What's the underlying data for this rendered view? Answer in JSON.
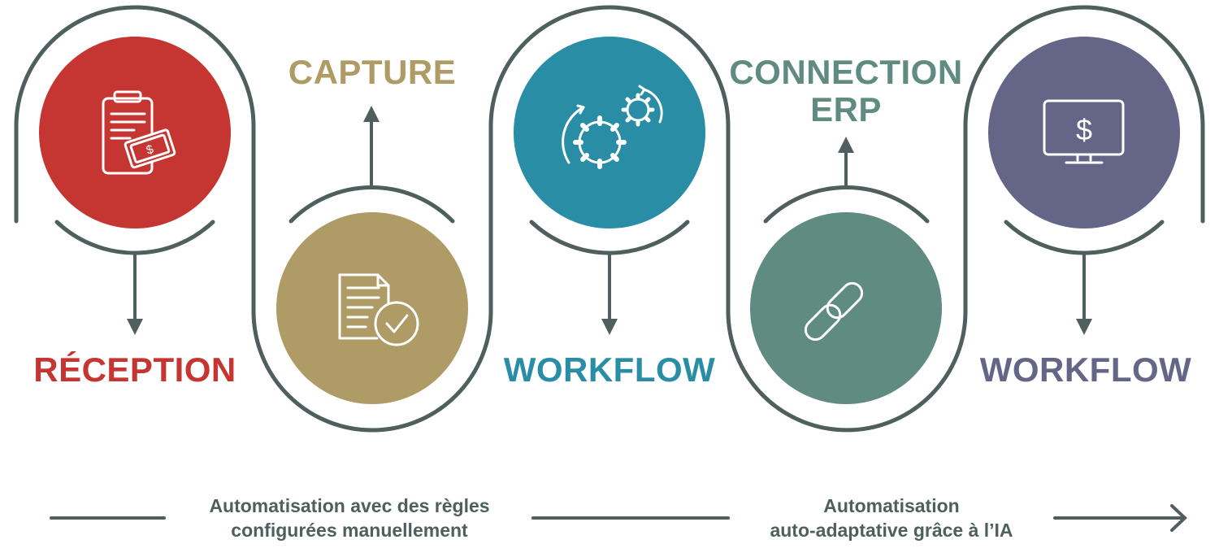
{
  "colors": {
    "line": "#4F5F5E",
    "reception": "#C53632",
    "capture": "#AF9B66",
    "workflow_1": "#2A8DA6",
    "connection": "#608B81",
    "workflow_2": "#656588",
    "icon_stroke": "#FFFFFF"
  },
  "steps": [
    {
      "id": "reception",
      "label": "RÉCEPTION",
      "icon": "invoice-cash-icon"
    },
    {
      "id": "capture",
      "label": "CAPTURE",
      "icon": "document-check-icon"
    },
    {
      "id": "workflow_1",
      "label": "WORKFLOW",
      "icon": "gears-cycle-icon"
    },
    {
      "id": "connection",
      "label": "CONNECTION\nERP",
      "icon": "chain-link-icon"
    },
    {
      "id": "workflow_2",
      "label": "WORKFLOW",
      "icon": "monitor-dollar-icon"
    }
  ],
  "captions": {
    "manual": "Automatisation avec des règles\nconfigurées manuellement",
    "ai": "Automatisation\nauto-adaptative grâce à l’IA"
  }
}
